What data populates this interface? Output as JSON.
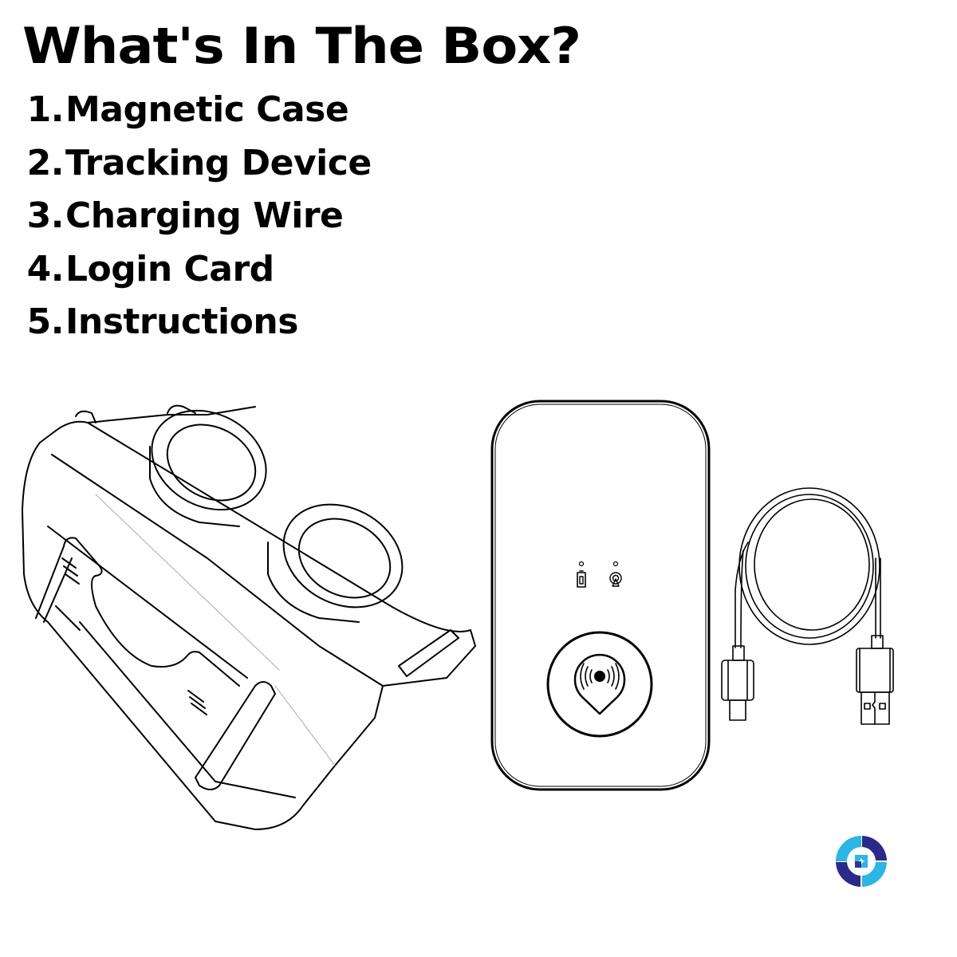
{
  "title": "What's In The Box?",
  "items": [
    {
      "number": "1.",
      "label": "Magnetic Case"
    },
    {
      "number": "2.",
      "label": "Tracking Device"
    },
    {
      "number": "3.",
      "label": "Charging Wire"
    },
    {
      "number": "4.",
      "label": "Login Card"
    },
    {
      "number": "5.",
      "label": "Instructions"
    }
  ],
  "illustrations": {
    "case": "magnetic-case-icon",
    "device": "tracking-device-icon",
    "cable": "usb-charging-cable-icon"
  },
  "device_indicators": [
    "battery-icon",
    "signal-icon"
  ],
  "logo": {
    "colors": {
      "dark": "#2a2a8c",
      "light": "#29b6e8"
    }
  }
}
